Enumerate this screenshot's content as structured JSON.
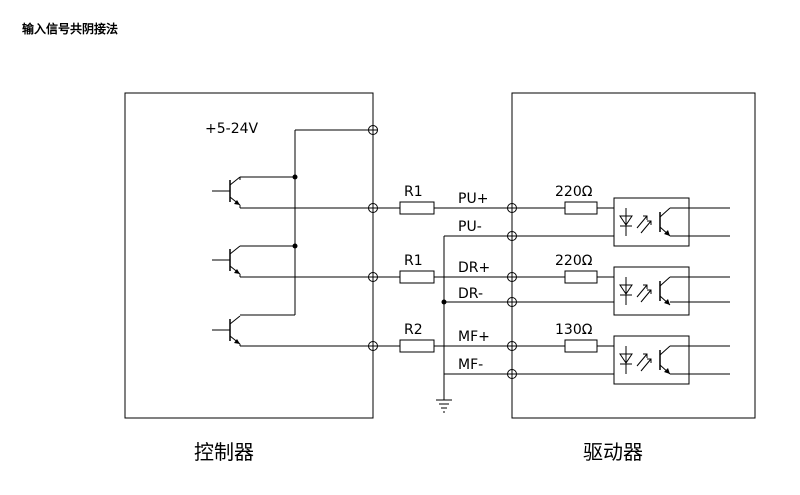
{
  "title": "输入信号共阴接法",
  "supply_label": "+5-24V",
  "resistors": {
    "r1a": "R1",
    "r1b": "R1",
    "r2": "R2",
    "in1": "220Ω",
    "in2": "220Ω",
    "in3": "130Ω"
  },
  "terminals": {
    "pu_plus": "PU+",
    "pu_minus": "PU-",
    "dr_plus": "DR+",
    "dr_minus": "DR-",
    "mf_plus": "MF+",
    "mf_minus": "MF-"
  },
  "blocks": {
    "controller": "控制器",
    "driver": "驱动器"
  }
}
